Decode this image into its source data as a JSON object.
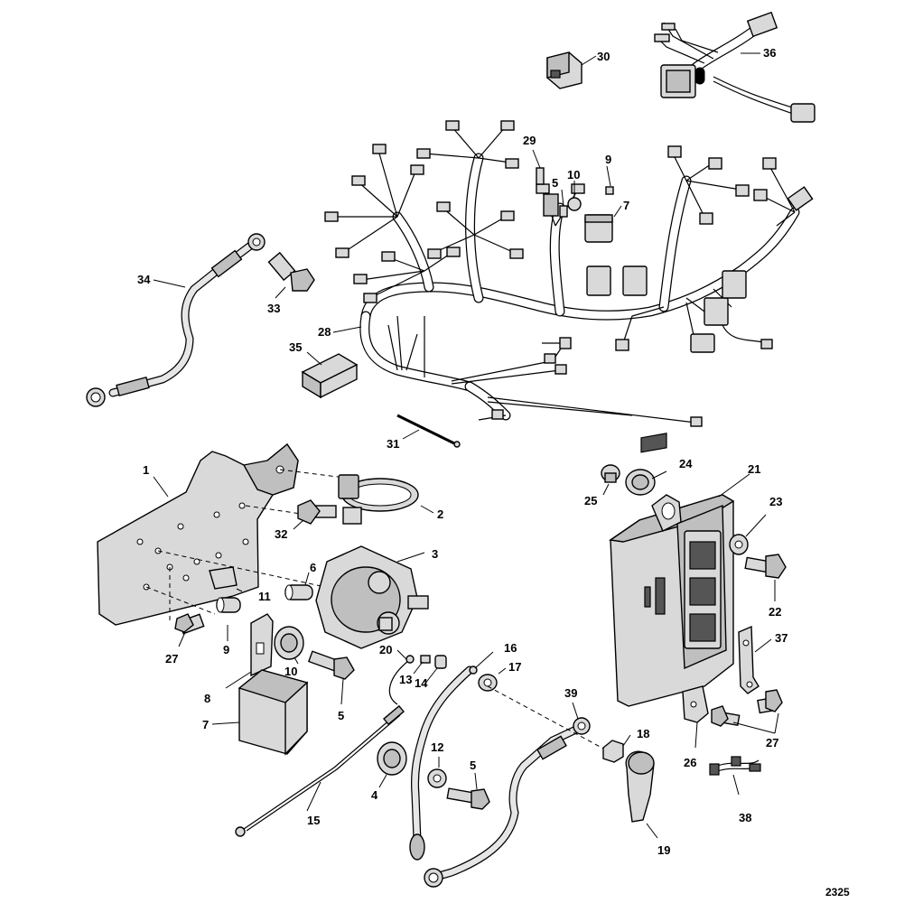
{
  "diagram": {
    "figure_number": "2325",
    "callouts": {
      "c1": "1",
      "c2": "2",
      "c3": "3",
      "c4": "4",
      "c5a": "5",
      "c5b": "5",
      "c5c": "5",
      "c6": "6",
      "c7a": "7",
      "c7b": "7",
      "c8": "8",
      "c9a": "9",
      "c9b": "9",
      "c10a": "10",
      "c10b": "10",
      "c11": "11",
      "c12": "12",
      "c13": "13",
      "c14": "14",
      "c15": "15",
      "c16": "16",
      "c17": "17",
      "c18": "18",
      "c19": "19",
      "c20": "20",
      "c21": "21",
      "c22": "22",
      "c23": "23",
      "c24": "24",
      "c25": "25",
      "c26": "26",
      "c27a": "27",
      "c27b": "27",
      "c28": "28",
      "c29": "29",
      "c30": "30",
      "c31": "31",
      "c32": "32",
      "c33": "33",
      "c34": "34",
      "c35": "35",
      "c36": "36",
      "c37": "37",
      "c38": "38",
      "c39": "39"
    }
  }
}
